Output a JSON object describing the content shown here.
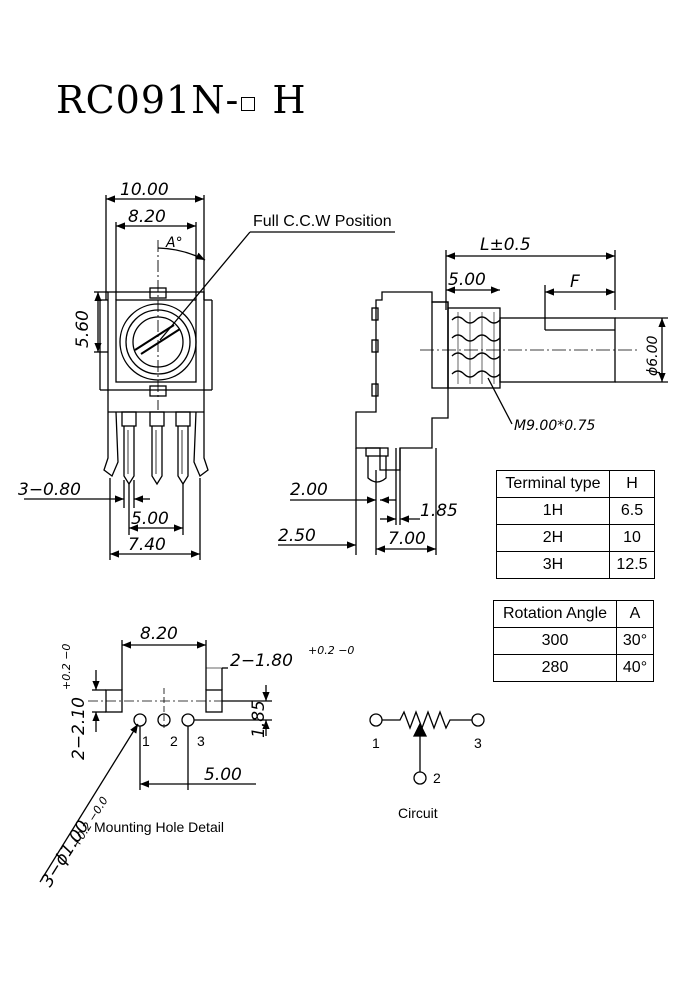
{
  "title": {
    "part": "RC091N-",
    "suffix": "H"
  },
  "front_view": {
    "dim_width_outer": "10.00",
    "dim_width_inner": "8.20",
    "angle_label": "A°",
    "dim_height": "5.60",
    "callout_ccw": "Full C.C.W Position",
    "dim_pin_width": "3−0.80",
    "dim_pin_pitch": "5.00",
    "dim_pin_span": "7.40"
  },
  "side_view": {
    "dim_length": "L±0.5",
    "dim_bushing": "5.00",
    "dim_flat": "F",
    "dim_shaft_dia": "ϕ6.00",
    "thread_label": "M9.00*0.75",
    "dim_leg_a": "2.00",
    "dim_leg_b": "1.85",
    "dim_leg_c": "2.50",
    "dim_leg_d": "7.00"
  },
  "terminal_table": {
    "headers": [
      "Terminal type",
      "H"
    ],
    "rows": [
      [
        "1H",
        "6.5"
      ],
      [
        "2H",
        "10"
      ],
      [
        "3H",
        "12.5"
      ]
    ]
  },
  "rotation_table": {
    "headers": [
      "Rotation Angle",
      "A"
    ],
    "rows": [
      [
        "300",
        "30°"
      ],
      [
        "280",
        "40°"
      ]
    ]
  },
  "mounting": {
    "dim_width": "8.20",
    "dim_slot_width": "2−1.80",
    "dim_slot_width_tol": "+0.2 −0",
    "dim_slot_height": "2−2.10",
    "dim_slot_height_tol": "+0.2 −0",
    "dim_offset": "1.85",
    "dim_pitch": "5.00",
    "dim_hole": "3−ϕ1.00",
    "dim_hole_tol": "+0.2 −0.0",
    "pin_labels": [
      "1",
      "2",
      "3"
    ],
    "caption": "Mounting Hole Detail"
  },
  "circuit": {
    "pin_labels": [
      "1",
      "2",
      "3"
    ],
    "caption": "Circuit"
  }
}
